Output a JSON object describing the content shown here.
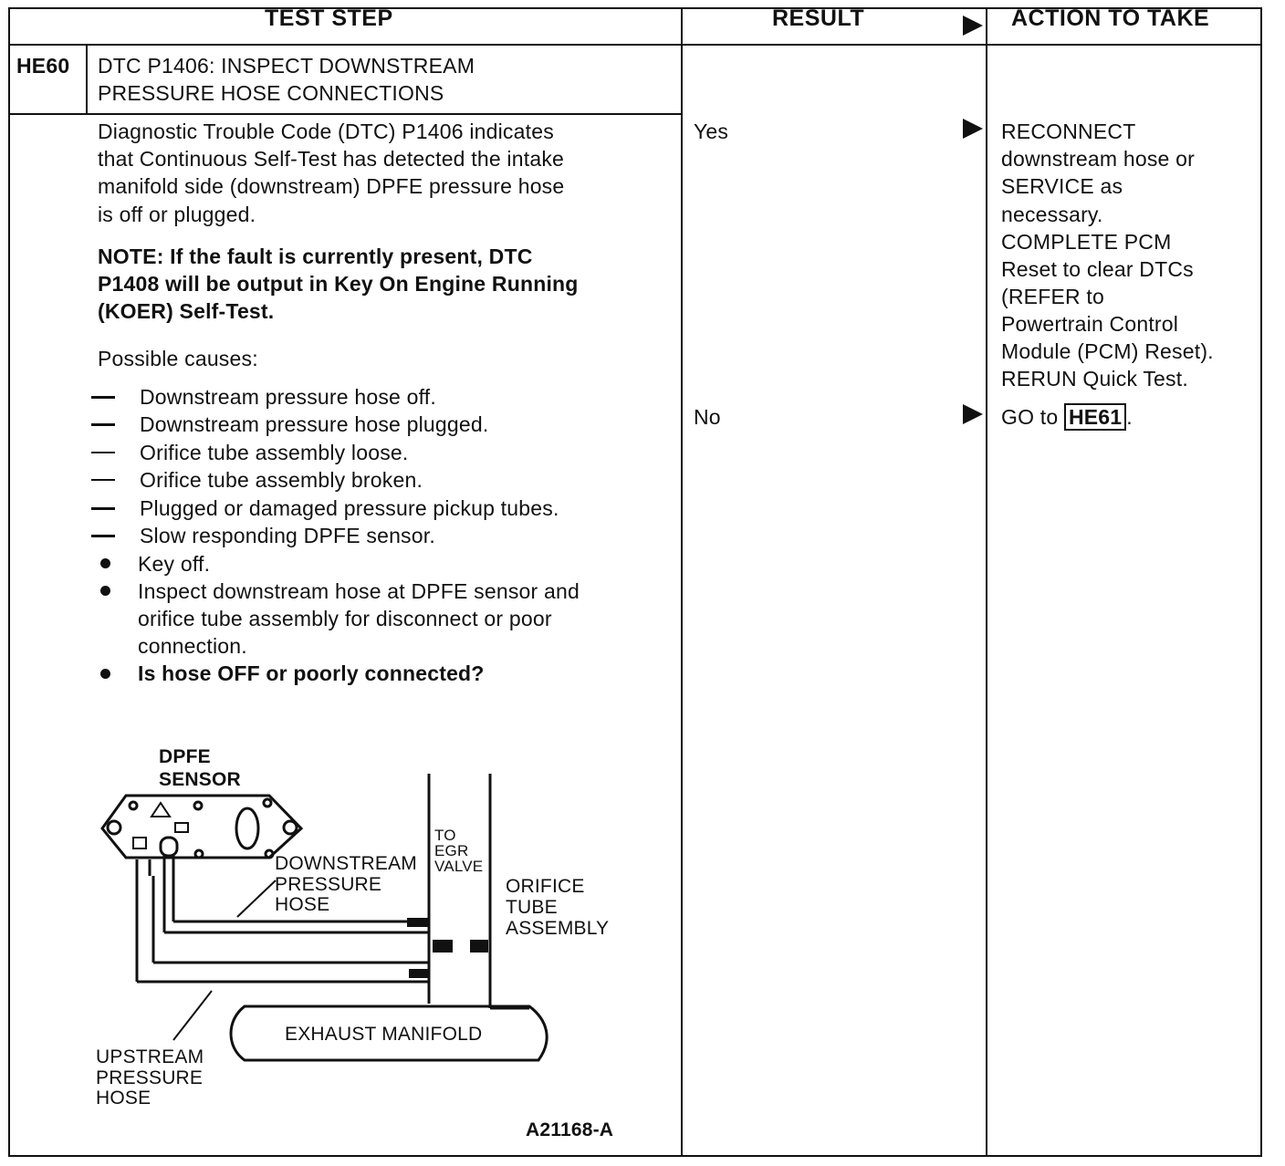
{
  "headers": {
    "test_step": "TEST STEP",
    "result": "RESULT",
    "action": "ACTION TO TAKE"
  },
  "step": {
    "id": "HE60",
    "title_line1": "DTC P1406: INSPECT DOWNSTREAM",
    "title_line2": "PRESSURE HOSE CONNECTIONS"
  },
  "description_lines": [
    "Diagnostic Trouble Code (DTC) P1406 indicates",
    "that Continuous Self-Test has detected the intake",
    "manifold side (downstream) DPFE pressure hose",
    "is off or plugged."
  ],
  "note": {
    "label": "NOTE:",
    "line1": "If the fault is currently present, DTC",
    "line2": "P1408 will be output in Key On Engine Running",
    "line3": "(KOER) Self-Test."
  },
  "possible_causes_label": "Possible causes:",
  "causes": [
    "Downstream pressure hose off.",
    "Downstream pressure hose plugged.",
    "Orifice tube assembly loose.",
    "Orifice tube assembly broken.",
    "Plugged or damaged pressure pickup tubes.",
    "Slow responding DPFE sensor."
  ],
  "steps": {
    "key_off": "Key off.",
    "inspect_line1": "Inspect downstream hose at DPFE sensor and",
    "inspect_line2": "orifice tube assembly for disconnect or poor",
    "inspect_line3": "connection.",
    "question": "Is hose OFF or poorly connected?"
  },
  "diagram": {
    "dpfe_line1": "DPFE",
    "dpfe_line2": "SENSOR",
    "downstream_line1": "DOWNSTREAM",
    "downstream_line2": "PRESSURE",
    "downstream_line3": "HOSE",
    "to_line1": "TO",
    "to_line2": "EGR",
    "to_line3": "VALVE",
    "orifice_line1": "ORIFICE",
    "orifice_line2": "TUBE",
    "orifice_line3": "ASSEMBLY",
    "exhaust": "EXHAUST MANIFOLD",
    "upstream_line1": "UPSTREAM",
    "upstream_line2": "PRESSURE",
    "upstream_line3": "HOSE",
    "figure_id": "A21168-A"
  },
  "results": {
    "yes": "Yes",
    "no": "No"
  },
  "actions": {
    "yes_lines": [
      "RECONNECT",
      "downstream hose or",
      "SERVICE as",
      "necessary.",
      "COMPLETE PCM",
      "Reset to clear DTCs",
      "(REFER to",
      "Powertrain Control",
      "Module (PCM) Reset).",
      "RERUN Quick Test."
    ],
    "no_prefix": "GO to",
    "no_link": "HE61",
    "no_suffix": "."
  }
}
